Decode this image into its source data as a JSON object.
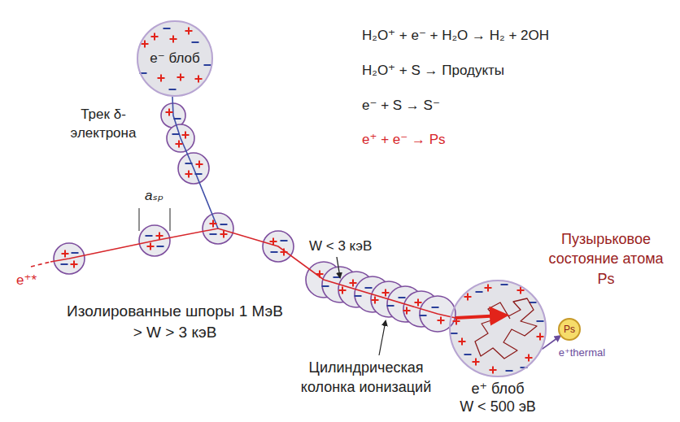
{
  "diagram": {
    "nodes": [
      {
        "text": [
          "e⁻ блоб"
        ]
      },
      {
        "text": [
          "e⁺ блоб",
          "W < 500 эВ"
        ]
      },
      {
        "text": [
          "Ps"
        ]
      }
    ],
    "edges": [
      {
        "from": 1,
        "to": 2,
        "arrow": "to",
        "label": "e⁺thermal"
      }
    ],
    "labels": [
      "Трек δ-электрона",
      "aₛₚ",
      "H₂O⁺ + e⁻ + H₂O → H₂ + 2OH",
      "H₂O⁺ + S → Продукты",
      "e⁻ + S → S⁻",
      "e⁺ + e⁻ → Ps",
      "e⁺*",
      "Изолированные шпоры 1 МэВ > W > 3 кэВ",
      "W < 3 кэВ",
      "Цилиндрическая колонка ионизаций",
      "Пузырьковое состояние атома Ps"
    ]
  }
}
